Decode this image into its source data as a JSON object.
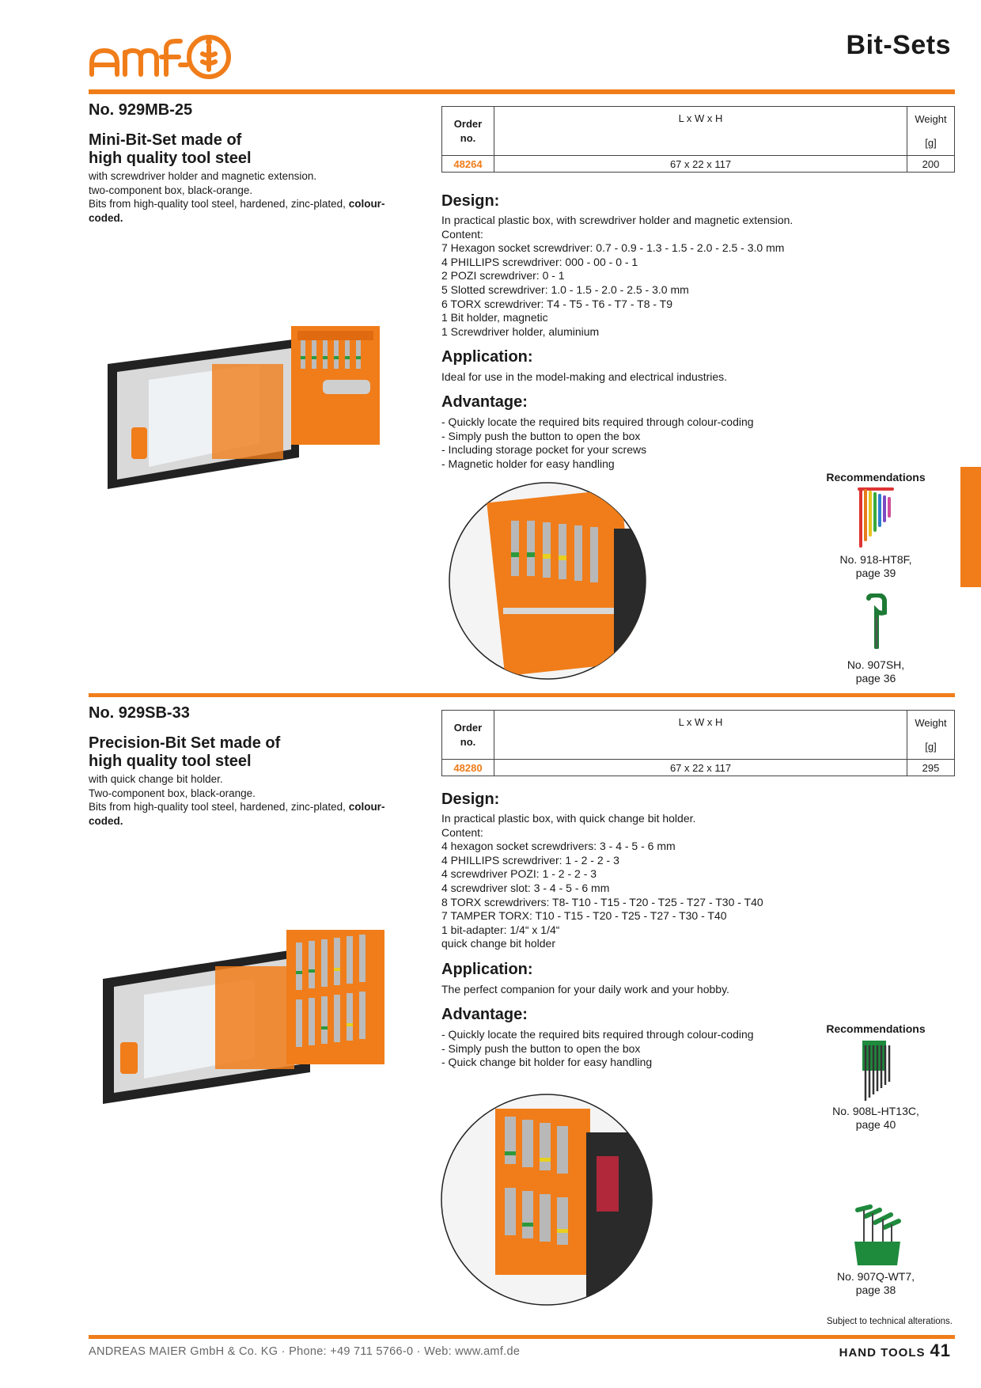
{
  "header": {
    "logo_text": "AMF",
    "title": "Bit-Sets"
  },
  "colors": {
    "accent": "#f07d1a"
  },
  "products": [
    {
      "number": "No. 929MB-25",
      "title_lines": [
        "Mini-Bit-Set made of",
        "high quality tool steel"
      ],
      "description": {
        "line1": "with screwdriver holder and magnetic extension.",
        "line2": "two-component box, black-orange.",
        "line3_plain": "Bits from high-quality tool steel, hardened, zinc-plated, ",
        "line3_bold": "colour-",
        "line4_bold": "coded."
      },
      "table": {
        "headers": {
          "order_line1": "Order",
          "order_line2": "no.",
          "dims": "L x W x H",
          "weight": "Weight",
          "weight_unit": "[g]"
        },
        "rows": [
          {
            "order_no": "48264",
            "dims": "67 x 22 x 117",
            "weight": "200"
          }
        ]
      },
      "design_heading": "Design:",
      "design_lines": [
        "In practical plastic box, with screwdriver holder and magnetic extension.",
        "Content:",
        "7 Hexagon socket screwdriver: 0.7 - 0.9 - 1.3 - 1.5 - 2.0 - 2.5 - 3.0 mm",
        "4 PHILLIPS screwdriver: 000 - 00 - 0 - 1",
        "2 POZI screwdriver: 0 - 1",
        "5 Slotted screwdriver: 1.0 - 1.5 - 2.0 - 2.5 - 3.0 mm",
        "6 TORX screwdriver: T4 - T5 - T6 - T7 - T8 - T9",
        "1 Bit holder, magnetic",
        "1 Screwdriver holder, aluminium"
      ],
      "application_heading": "Application:",
      "application_text": "Ideal for use in the model-making and electrical industries.",
      "advantage_heading": "Advantage:",
      "advantage_lines": [
        "- Quickly locate the required bits required through colour-coding",
        "- Simply push the button to open the box",
        "- Including storage pocket for your screws",
        "- Magnetic holder for easy handling"
      ],
      "recommendations_title": "Recommendations",
      "recommendations": [
        {
          "line1": "No. 918-HT8F,",
          "line2": "page 39"
        },
        {
          "line1": "No. 907SH,",
          "line2": "page 36"
        }
      ]
    },
    {
      "number": "No. 929SB-33",
      "title_lines": [
        "Precision-Bit Set made of",
        "high quality tool steel"
      ],
      "description": {
        "line1": "with quick change bit holder.",
        "line2": "Two-component box, black-orange.",
        "line3_plain": "Bits from high-quality tool steel, hardened, zinc-plated, ",
        "line3_bold": "colour-",
        "line4_bold": "coded."
      },
      "table": {
        "headers": {
          "order_line1": "Order",
          "order_line2": "no.",
          "dims": "L x W x H",
          "weight": "Weight",
          "weight_unit": "[g]"
        },
        "rows": [
          {
            "order_no": "48280",
            "dims": "67 x 22 x 117",
            "weight": "295"
          }
        ]
      },
      "design_heading": "Design:",
      "design_lines": [
        "In practical plastic box, with quick change bit holder.",
        "Content:",
        "4 hexagon socket screwdrivers: 3 - 4 - 5 - 6 mm",
        "4 PHILLIPS screwdriver: 1 - 2 - 2 - 3",
        "4 screwdriver POZI: 1 - 2 - 2 - 3",
        "4 screwdriver slot: 3 - 4 - 5 - 6 mm",
        "8 TORX screwdrivers: T8- T10 - T15 - T20 - T25 - T27 - T30 - T40",
        "7 TAMPER TORX: T10 - T15 - T20 - T25 - T27 - T30 - T40",
        "1 bit-adapter: 1/4“ x 1/4“",
        "quick change bit holder"
      ],
      "application_heading": "Application:",
      "application_text": "The perfect companion for your daily work and your hobby.",
      "advantage_heading": "Advantage:",
      "advantage_lines": [
        "- Quickly locate the required bits required through colour-coding",
        "- Simply push the button to open the box",
        "- Quick change bit holder for easy handling"
      ],
      "recommendations_title": "Recommendations",
      "recommendations": [
        {
          "line1": "No. 908L-HT13C,",
          "line2": "page 40"
        },
        {
          "line1": "No. 907Q-WT7,",
          "line2": "page 38"
        }
      ]
    }
  ],
  "notice": "Subject to technical alterations.",
  "footer": {
    "company": "ANDREAS MAIER GmbH & Co. KG · Phone: +49 711 5766-0 · Web: www.amf.de",
    "section": "HAND TOOLS",
    "page_number": "41"
  }
}
